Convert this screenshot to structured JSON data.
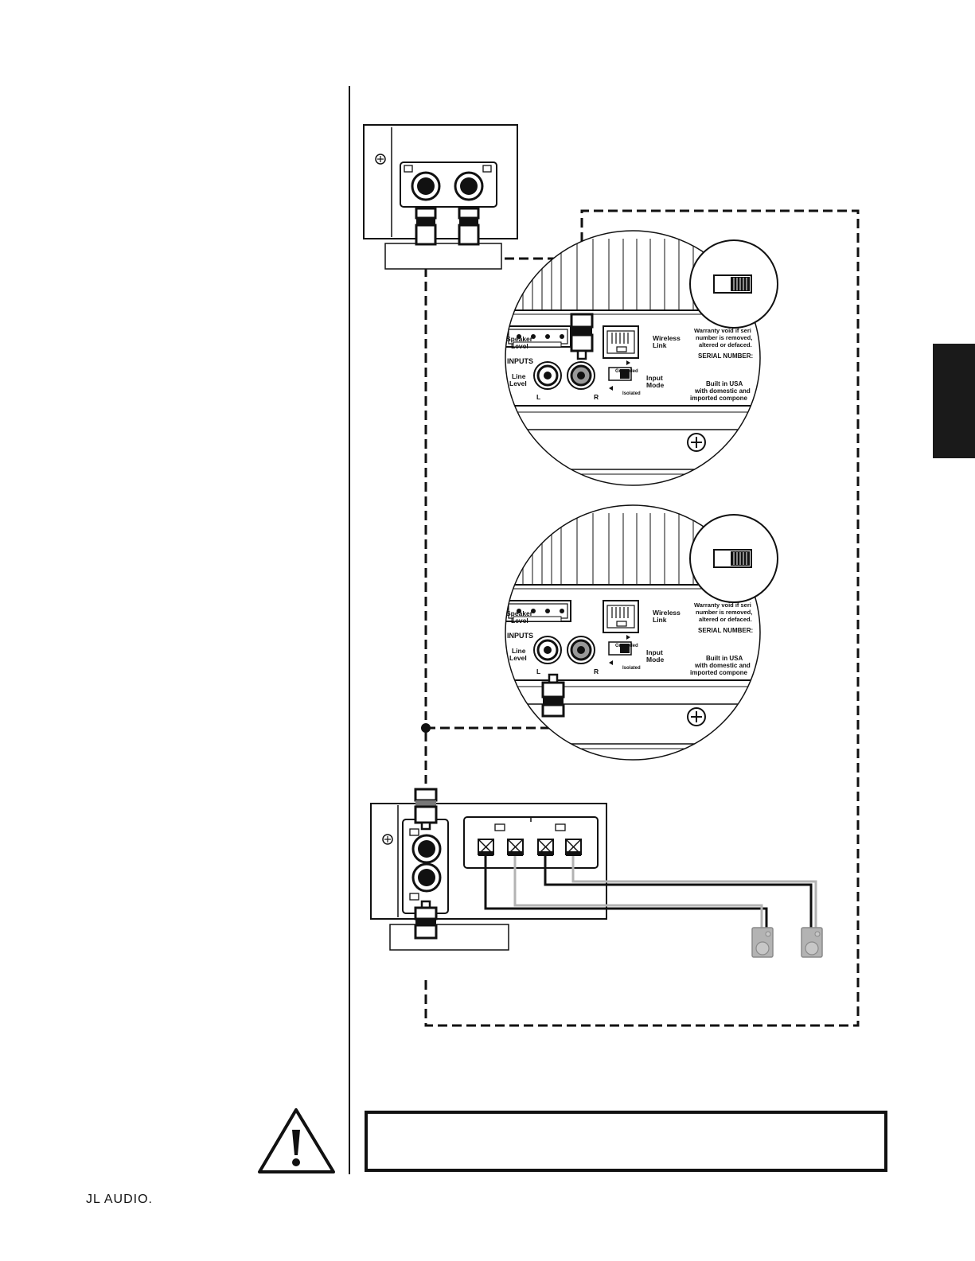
{
  "brand": "JL AUDIO.",
  "panel": {
    "speaker_level": [
      "Speaker",
      "Level"
    ],
    "inputs": "INPUTS",
    "line_level": [
      "Line",
      "Level"
    ],
    "left": "L",
    "right": "R",
    "wireless": [
      "Wireless",
      "Link"
    ],
    "grounded": "Grounded",
    "isolated": "Isolated",
    "input_mode": [
      "Input",
      "Mode"
    ],
    "warranty": [
      "Warranty void if seri",
      "number is removed,",
      "altered or defaced."
    ],
    "serial": "SERIAL NUMBER:",
    "built": [
      "Built in USA",
      "with domestic and",
      "imported compone"
    ]
  },
  "icons": [
    "warning-icon",
    "screw-icon",
    "speaker-icon",
    "rca-plug-icon"
  ],
  "colors": {
    "ink": "#111111",
    "gray": "#b3b3b3",
    "tab": "#1a1a1a"
  }
}
